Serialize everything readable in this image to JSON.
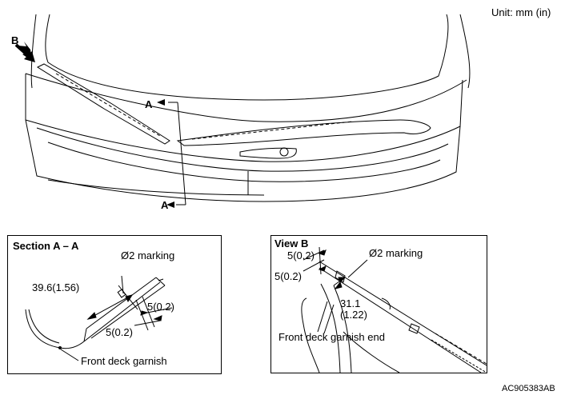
{
  "unit_label": "Unit: mm (in)",
  "overview": {
    "view_marker": "B",
    "section_marker_top": "A",
    "section_marker_bottom": "A"
  },
  "section_panel": {
    "title": "Section A – A",
    "marking": "Ø2 marking",
    "dim_length": "39.6(1.56)",
    "dim_upper": "5(0.2)",
    "dim_lower": "5(0.2)",
    "part_label": "Front deck garnish"
  },
  "view_panel": {
    "title": "View B",
    "dim_top": "5(0.2)",
    "dim_second": "5(0.2)",
    "marking": "Ø2 marking",
    "dim_length_mm": "31.1",
    "dim_length_in": "(1.22)",
    "part_label": "Front deck garnish end"
  },
  "figure_id": "AC905383AB"
}
